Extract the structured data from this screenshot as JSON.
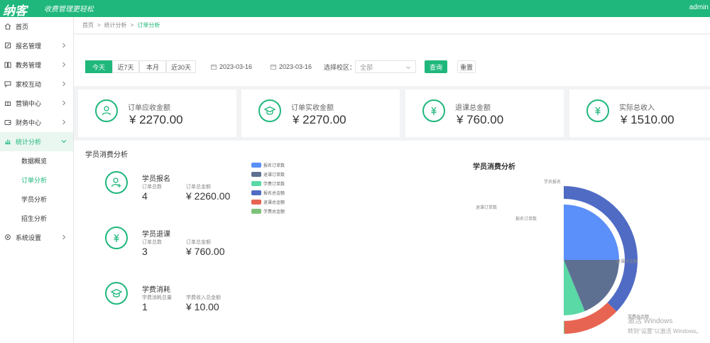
{
  "topbar": {
    "logo": "纳客",
    "slogan": "收费管理更轻松",
    "user": "admin"
  },
  "sidebar": {
    "items": [
      {
        "label": "首页",
        "icon": "home-icon",
        "arrow": false
      },
      {
        "label": "报名管理",
        "icon": "edit-icon",
        "arrow": true
      },
      {
        "label": "教务管理",
        "icon": "book-icon",
        "arrow": true
      },
      {
        "label": "家校互动",
        "icon": "chat-icon",
        "arrow": true
      },
      {
        "label": "营销中心",
        "icon": "gift-icon",
        "arrow": true
      },
      {
        "label": "财务中心",
        "icon": "wallet-icon",
        "arrow": true
      },
      {
        "label": "统计分析",
        "icon": "chart-icon",
        "arrow": true,
        "active": true
      }
    ],
    "submenu": [
      {
        "label": "数据概览"
      },
      {
        "label": "订单分析",
        "current": true
      },
      {
        "label": "学员分析"
      },
      {
        "label": "招生分析"
      }
    ],
    "last": {
      "label": "系统设置",
      "icon": "settings-icon"
    }
  },
  "breadcrumb": {
    "home": "首页",
    "section": "统计分析",
    "current": "订单分析"
  },
  "filter": {
    "periods": [
      "今天",
      "近7天",
      "本月",
      "近30天"
    ],
    "selected_period": "今天",
    "start_date": "2023-03-16",
    "end_date": "2023-03-16",
    "campus_label": "选择校区：",
    "campus_value": "全部",
    "query_label": "查询",
    "reset_label": "重置"
  },
  "cards": [
    {
      "title": "订单应收金额",
      "value": "¥ 2270.00",
      "icon": "user-coin-icon"
    },
    {
      "title": "订单实收金额",
      "value": "¥ 2270.00",
      "icon": "graduation-cap-icon"
    },
    {
      "title": "退课总金额",
      "value": "¥ 760.00",
      "icon": "refund-icon"
    },
    {
      "title": "实际总收入",
      "value": "¥ 1510.00",
      "icon": "yen-icon"
    }
  ],
  "panel": {
    "title": "学员消费分析",
    "stats": [
      {
        "name": "学员报名",
        "k1": "订单总数",
        "v1": "4",
        "k2": "订单总金额",
        "v2": "¥ 2260.00",
        "icon": "user-add-icon"
      },
      {
        "name": "学员退课",
        "k1": "订单总数",
        "v1": "3",
        "k2": "订单总金额",
        "v2": "¥ 760.00",
        "icon": "refund-icon"
      },
      {
        "name": "学费消耗",
        "k1": "学费消耗总量",
        "v1": "1",
        "k2": "学费收入总金额",
        "v2": "¥ 10.00",
        "icon": "graduation-cap-icon"
      }
    ]
  },
  "chart_data": {
    "type": "pie",
    "title": "学员消费分析",
    "legend": [
      "报名订单数",
      "退课订单数",
      "学费订单数",
      "报名总金额",
      "退课总金额",
      "学费总金额"
    ],
    "colors": [
      "#5b8ff9",
      "#5d7092",
      "#5ad8a6",
      "#4f6bc4",
      "#e86452",
      "#7ec27a"
    ],
    "inner_ring": {
      "series": [
        "报名订单数",
        "退课订单数",
        "学费订单数"
      ],
      "values": [
        4,
        3,
        1
      ]
    },
    "outer_ring": {
      "series": [
        "报名总金额",
        "退课总金额",
        "学费总金额"
      ],
      "values": [
        2260,
        760,
        10
      ]
    },
    "labels": {
      "inner": [
        "学员报名",
        "报名订单数",
        "退课订单数"
      ],
      "outer": [
        "退课总金额",
        "学费总金额"
      ]
    }
  },
  "watermark": {
    "line1": "激活 Windows",
    "line2": "转到\"设置\"以激活 Windows。"
  }
}
